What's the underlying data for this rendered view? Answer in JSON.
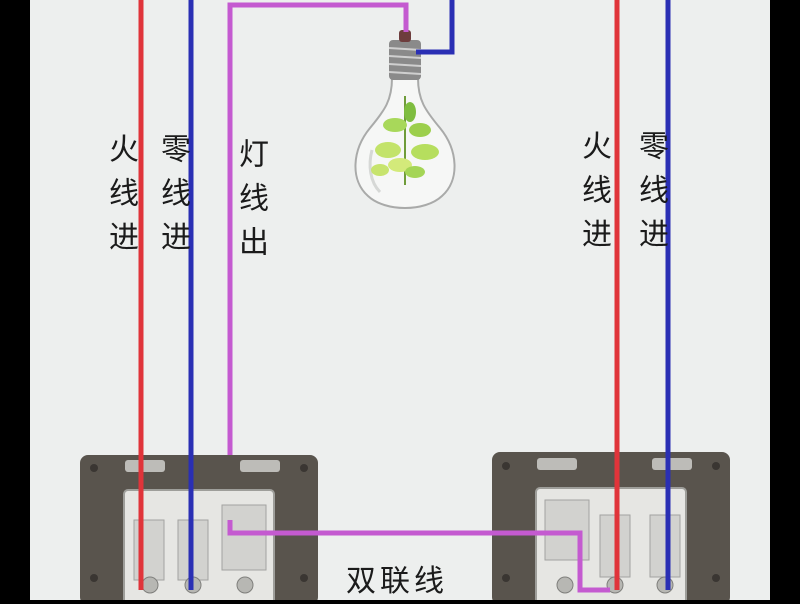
{
  "diagram": {
    "left_labels": {
      "live_in": "火线进",
      "neutral_in": "零线进",
      "lamp_out": "灯线出"
    },
    "right_labels": {
      "live_in": "火线进",
      "neutral_in": "零线进"
    },
    "bottom_label": "双联线",
    "colors": {
      "background": "#edefee",
      "frame": "#000000",
      "live_wire": "#e0343a",
      "neutral_wire": "#2a2fb4",
      "lamp_wire": "#c45ad0",
      "switch_plate": "#59544d",
      "switch_module": "#e6e6e3"
    },
    "icons": [
      "light-bulb-icon",
      "wall-switch-icon"
    ]
  }
}
